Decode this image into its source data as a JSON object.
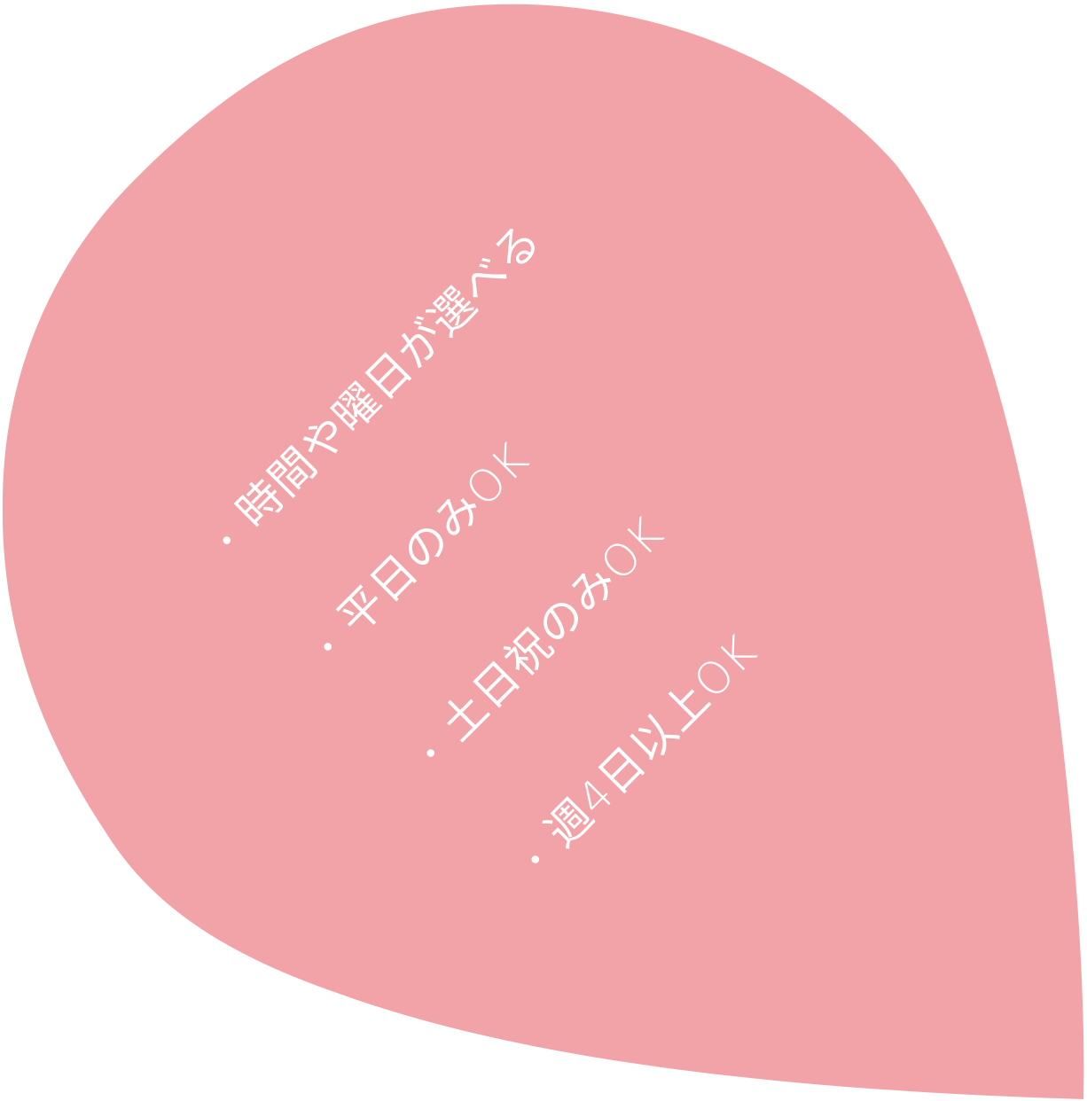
{
  "shape": {
    "fill": "#f2a3a8",
    "background": "#ffffff"
  },
  "items": [
    {
      "bullet": "・",
      "label": "時間や曜日が選べる"
    },
    {
      "bullet": "・",
      "label": "平日のみOK"
    },
    {
      "bullet": "・",
      "label": "土日祝のみOK"
    },
    {
      "bullet": "・",
      "label": "週4日以上OK"
    }
  ]
}
